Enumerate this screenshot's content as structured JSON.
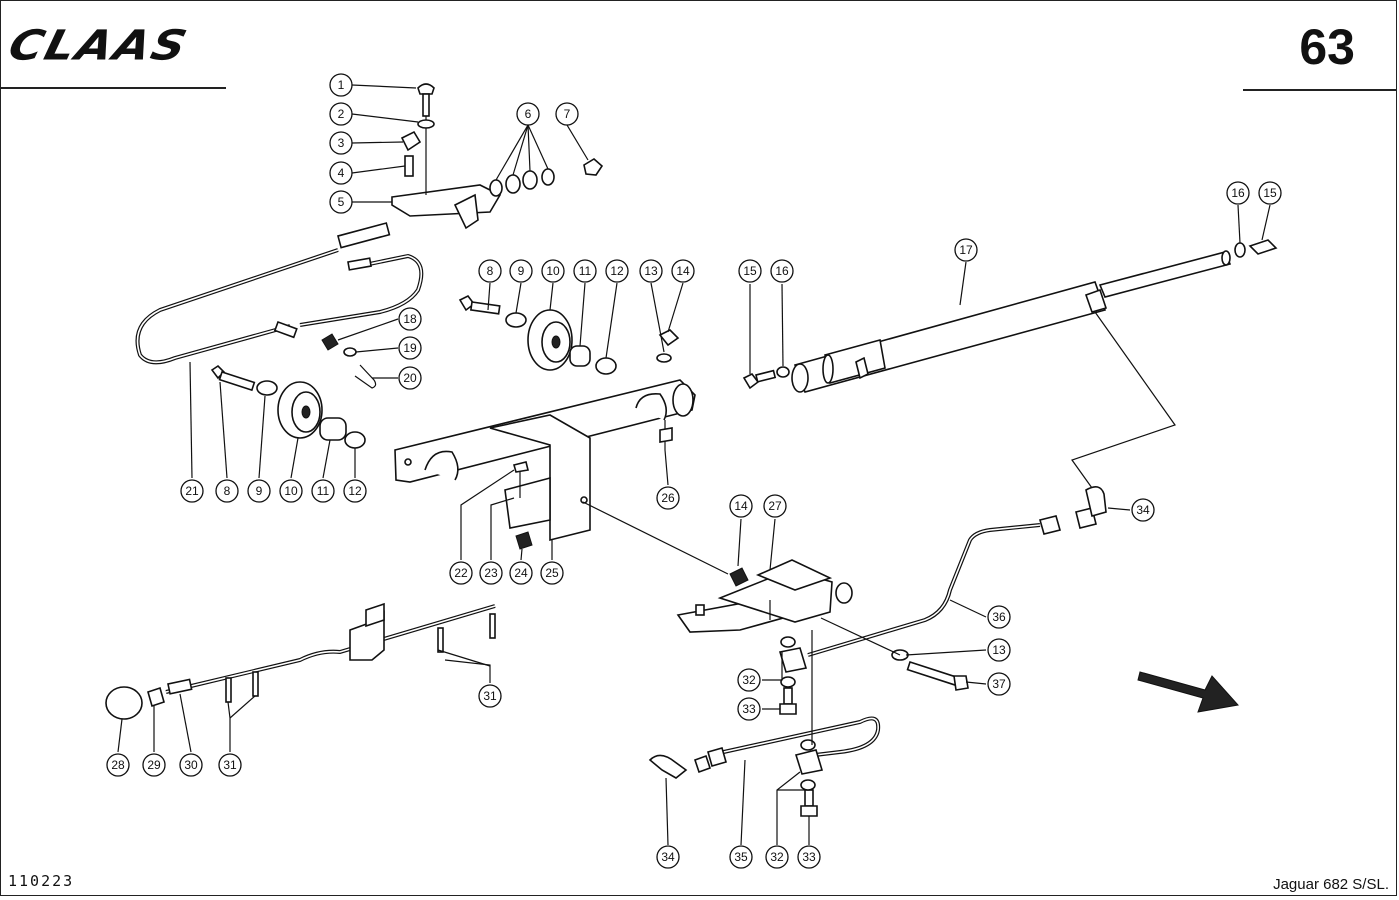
{
  "header": {
    "brand_logo": "CLAAS",
    "page_number": "63"
  },
  "footer": {
    "plate_number": "110223",
    "model": "Jaguar 682 S/SL."
  },
  "icons": {
    "direction_arrow": "direction-arrow-icon"
  },
  "callouts": [
    {
      "id": "c1",
      "label": "1"
    },
    {
      "id": "c2",
      "label": "2"
    },
    {
      "id": "c3",
      "label": "3"
    },
    {
      "id": "c4",
      "label": "4"
    },
    {
      "id": "c5",
      "label": "5"
    },
    {
      "id": "c6",
      "label": "6"
    },
    {
      "id": "c7",
      "label": "7"
    },
    {
      "id": "c8a",
      "label": "8"
    },
    {
      "id": "c9a",
      "label": "9"
    },
    {
      "id": "c10a",
      "label": "10"
    },
    {
      "id": "c11a",
      "label": "11"
    },
    {
      "id": "c12a",
      "label": "12"
    },
    {
      "id": "c13a",
      "label": "13"
    },
    {
      "id": "c14a",
      "label": "14"
    },
    {
      "id": "c15a",
      "label": "15"
    },
    {
      "id": "c16a",
      "label": "16"
    },
    {
      "id": "c17",
      "label": "17"
    },
    {
      "id": "c16b",
      "label": "16"
    },
    {
      "id": "c15b",
      "label": "15"
    },
    {
      "id": "c18",
      "label": "18"
    },
    {
      "id": "c19",
      "label": "19"
    },
    {
      "id": "c20",
      "label": "20"
    },
    {
      "id": "c21",
      "label": "21"
    },
    {
      "id": "c8b",
      "label": "8"
    },
    {
      "id": "c9b",
      "label": "9"
    },
    {
      "id": "c10b",
      "label": "10"
    },
    {
      "id": "c11b",
      "label": "11"
    },
    {
      "id": "c12b",
      "label": "12"
    },
    {
      "id": "c26",
      "label": "26"
    },
    {
      "id": "c22",
      "label": "22"
    },
    {
      "id": "c23",
      "label": "23"
    },
    {
      "id": "c24",
      "label": "24"
    },
    {
      "id": "c25",
      "label": "25"
    },
    {
      "id": "c14b",
      "label": "14"
    },
    {
      "id": "c27",
      "label": "27"
    },
    {
      "id": "c34a",
      "label": "34"
    },
    {
      "id": "c36",
      "label": "36"
    },
    {
      "id": "c13b",
      "label": "13"
    },
    {
      "id": "c37",
      "label": "37"
    },
    {
      "id": "c32a",
      "label": "32"
    },
    {
      "id": "c33a",
      "label": "33"
    },
    {
      "id": "c31a",
      "label": "31"
    },
    {
      "id": "c28",
      "label": "28"
    },
    {
      "id": "c29",
      "label": "29"
    },
    {
      "id": "c30",
      "label": "30"
    },
    {
      "id": "c31b",
      "label": "31"
    },
    {
      "id": "c34b",
      "label": "34"
    },
    {
      "id": "c35",
      "label": "35"
    },
    {
      "id": "c32b",
      "label": "32"
    },
    {
      "id": "c33b",
      "label": "33"
    }
  ]
}
